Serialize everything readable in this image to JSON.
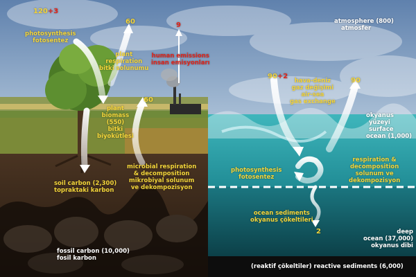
{
  "atmosphere": {
    "label_en": "atmosphere (800)",
    "label_tr": "atmosfer"
  },
  "land": {
    "input_value": "120",
    "input_increment": "+3",
    "photosynthesis_en": "photosynthesis",
    "photosynthesis_tr": "fotosentez",
    "plant_respiration_value": "60",
    "plant_respiration_en_line1": "plant",
    "plant_respiration_en_line2": "respiration",
    "plant_respiration_tr": "bitki solunumu",
    "plant_biomass_en_line1": "plant",
    "plant_biomass_en_line2": "biomass",
    "plant_biomass_value": "(550)",
    "plant_biomass_tr_line1": "bitki",
    "plant_biomass_tr_line2": "biyokütlesi",
    "microbial_value": "60",
    "microbial_en_line1": "microbial respiration",
    "microbial_en_line2": "& decomposition",
    "microbial_tr_line1": "mikrobiyal solunum",
    "microbial_tr_line2": "ve dekompozisyon",
    "soil_en": "soil carbon (2,300)",
    "soil_tr": "topraktaki karbon",
    "fossil_en": "fossil carbon (10,000)",
    "fossil_tr": "fosil karbon"
  },
  "human": {
    "value": "9",
    "label_en": "human emissions",
    "label_tr": "insan emisyonları"
  },
  "ocean": {
    "influx_value": "90",
    "influx_increment": "+2",
    "outflux_value": "90",
    "exchange_tr_line1": "hava-deniz",
    "exchange_tr_line2": "gaz değişimi",
    "exchange_en_line1": "air-sea",
    "exchange_en_line2": "gas exchange",
    "surface_tr_line1": "okyanus",
    "surface_tr_line2": "yüzeyi",
    "surface_en_line1": "surface",
    "surface_en_line2": "ocean (1,000)",
    "photosynthesis_en": "photosynthesis",
    "photosynthesis_tr": "fotosentez",
    "respiration_en_line1": "respiration &",
    "respiration_en_line2": "decomposition",
    "respiration_tr_line1": "solunum ve",
    "respiration_tr_line2": "dekompozisyon",
    "sediment_en": "ocean sediments",
    "sediment_tr": "okyanus çökeltileri",
    "sediment_value": "2",
    "deep_line1": "deep",
    "deep_line2": "ocean (37,000)",
    "deep_tr": "okyanus dibi",
    "reactive_tr": "(reaktif çökeltiler)",
    "reactive_en": "reactive sediments (6,000)"
  },
  "colors": {
    "label_yellow": "#f2d43a",
    "label_white": "#ffffff",
    "emission_red": "#e0251c",
    "sky": "#6d8fb8",
    "soil": "#3a2a1c",
    "surface_ocean": "#2b9fa6",
    "deep_ocean": "#13606b"
  }
}
